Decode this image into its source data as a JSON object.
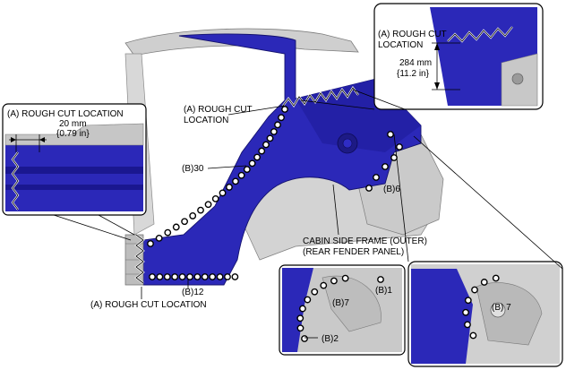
{
  "colors": {
    "panel_blue": "#2b28b8",
    "panel_blue_dark": "#1a1790",
    "frame_gray": "#c9c9c9",
    "frame_gray_dark": "#8d8d8d"
  },
  "labels": {
    "rough_cut_left": "(A) ROUGH CUT LOCATION",
    "rough_cut_top_line1": "(A) ROUGH CUT",
    "rough_cut_top_line2": "LOCATION",
    "rough_cut_center_line1": "(A) ROUGH CUT",
    "rough_cut_center_line2": "LOCATION",
    "rough_cut_bottom": "(A) ROUGH CUT LOCATION",
    "weld_b30": "(B)30",
    "weld_b12": "(B)12",
    "weld_b6": "(B)6",
    "weld_b1": "(B)1",
    "weld_b7_detail": "(B)7",
    "weld_b2": "(B)2",
    "weld_b7_right": "(B) 7",
    "frame_name_line1": "CABIN SIDE FRAME (OUTER)",
    "frame_name_line2": "(REAR FENDER PANEL)"
  },
  "dimensions": {
    "left_mm": "20 mm",
    "left_in": "{0.79 in}",
    "top_mm": "284 mm",
    "top_in": "{11.2 in}"
  }
}
